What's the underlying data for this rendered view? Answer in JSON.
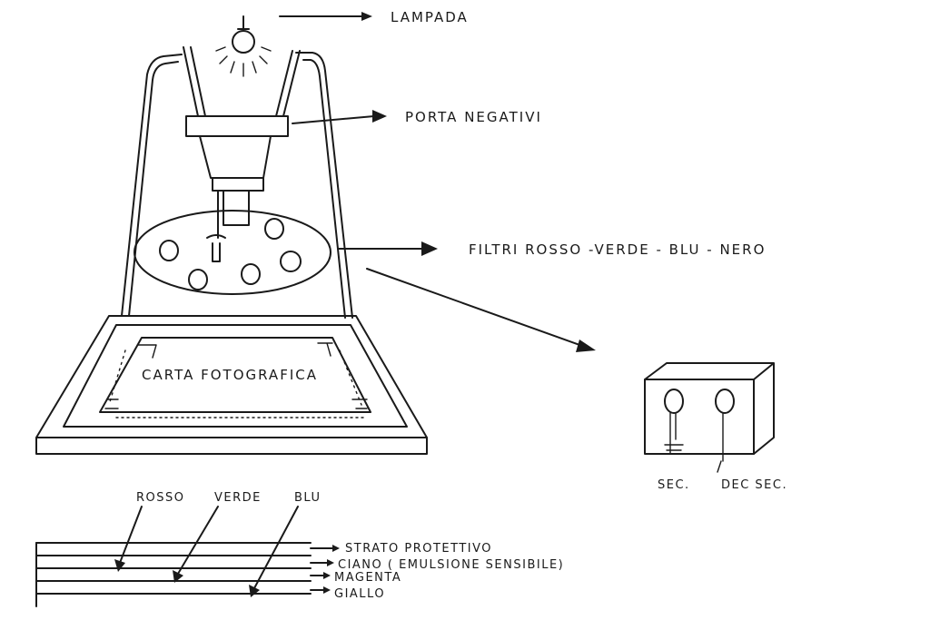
{
  "labels": {
    "lamp": "LAMPADA",
    "negative_holder": "PORTA NEGATIVI",
    "filters": "FILTRI  ROSSO -VERDE - BLU - NERO",
    "paper": "CARTA FOTOGRAFICA",
    "timer_left": "SEC.",
    "timer_right": "DEC SEC."
  },
  "layers": {
    "top_labels": [
      "ROSSO",
      "VERDE",
      "BLU"
    ],
    "items": [
      "STRATO PROTETTIVO",
      "CIANO ( EMULSIONE SENSIBILE)",
      "MAGENTA",
      "GIALLO"
    ]
  }
}
